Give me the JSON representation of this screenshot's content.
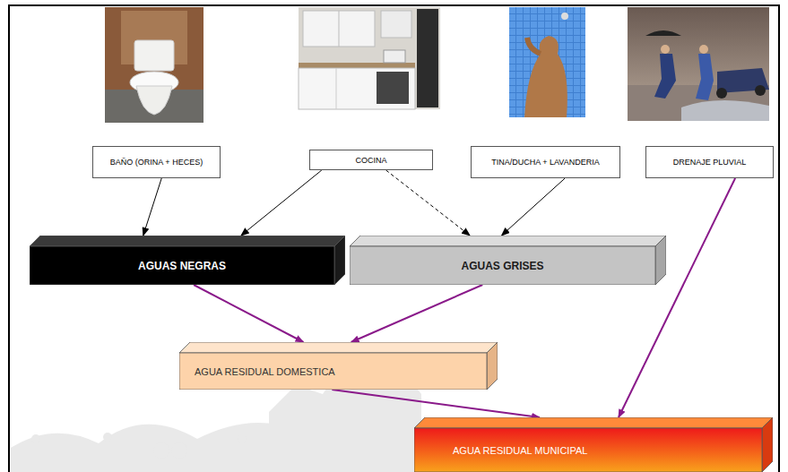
{
  "diagram": {
    "nodes": [
      {
        "text": [
          "BAÑO (ORINA + HECES)"
        ]
      },
      {
        "text": [
          "COCINA"
        ]
      },
      {
        "text": [
          "TINA/DUCHA + LAVANDERIA"
        ]
      },
      {
        "text": [
          "DRENAJE PLUVIAL"
        ]
      },
      {
        "text": [
          "AGUAS NEGRAS"
        ]
      },
      {
        "text": [
          "AGUAS GRISES"
        ]
      },
      {
        "text": [
          "AGUA RESIDUAL DOMESTICA"
        ]
      },
      {
        "text": [
          "AGUA RESIDUAL MUNICIPAL"
        ]
      }
    ],
    "edges": [
      {
        "from": 0,
        "to": 4,
        "arrow": "to"
      },
      {
        "from": 1,
        "to": 4,
        "arrow": "to"
      },
      {
        "from": 1,
        "to": 5,
        "arrow": "to"
      },
      {
        "from": 2,
        "to": 5,
        "arrow": "to"
      },
      {
        "from": 4,
        "to": 6,
        "arrow": "to"
      },
      {
        "from": 5,
        "to": 6,
        "arrow": "to"
      },
      {
        "from": 6,
        "to": 7,
        "arrow": "to"
      },
      {
        "from": 3,
        "to": 7,
        "arrow": "to"
      }
    ]
  }
}
